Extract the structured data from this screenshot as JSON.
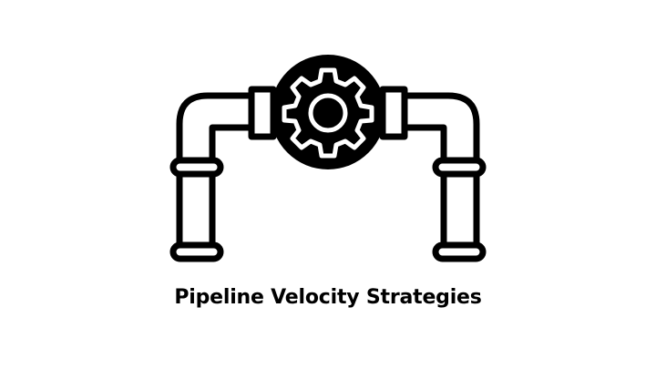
{
  "slide": {
    "title": "Pipeline Velocity Strategies",
    "background_color": "#ffffff",
    "foreground_color": "#000000"
  },
  "illustration": {
    "icon": "pipeline-with-gear-icon",
    "parts": [
      "left-elbow-pipe",
      "right-elbow-pipe",
      "gear-valve-circle",
      "pipe-collars"
    ]
  }
}
